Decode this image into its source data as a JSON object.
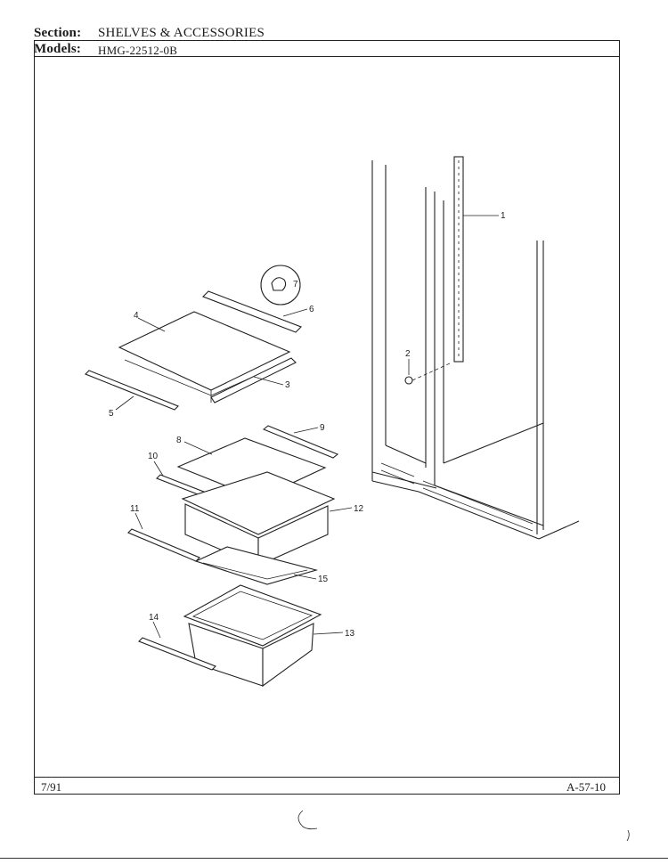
{
  "header": {
    "section_label": "Section:",
    "section_value": "SHELVES & ACCESSORIES",
    "models_label": "Models:",
    "models_value": "HMG-22512-0B"
  },
  "footer": {
    "date": "7/91",
    "page_code": "A-57-10"
  },
  "callouts": {
    "c1": "1",
    "c2": "2",
    "c3": "3",
    "c4": "4",
    "c5": "5",
    "c6": "6",
    "c7": "7",
    "c8": "8",
    "c9": "9",
    "c10": "10",
    "c11": "11",
    "c12": "12",
    "c13": "13",
    "c14": "14",
    "c15": "15"
  }
}
